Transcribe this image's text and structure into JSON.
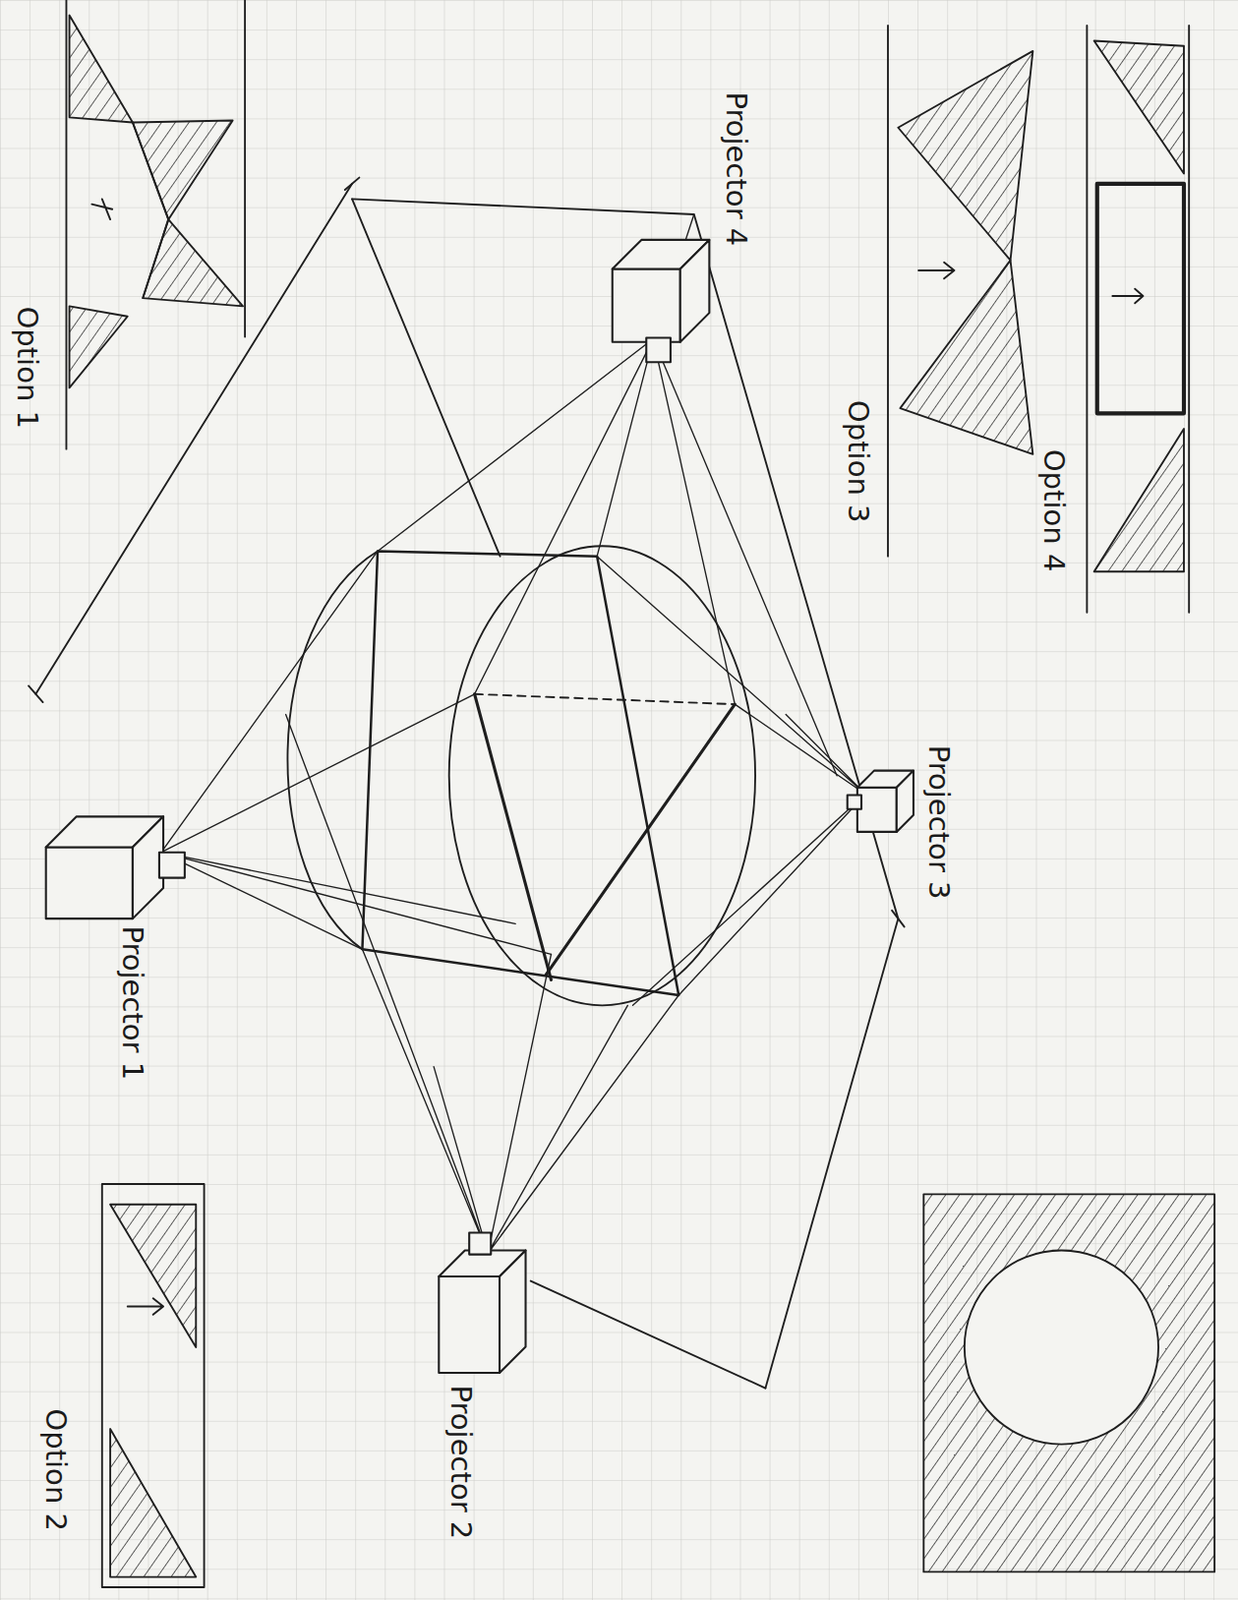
{
  "diagram": {
    "nodes": [
      {
        "text": [
          "Projector 1"
        ]
      },
      {
        "text": [
          "Projector 2"
        ]
      },
      {
        "text": [
          "Projector 3"
        ]
      },
      {
        "text": [
          "Projector 4"
        ]
      }
    ],
    "labels": [
      "Option 1",
      "Option 2",
      "Option 3",
      "Option 4"
    ]
  }
}
